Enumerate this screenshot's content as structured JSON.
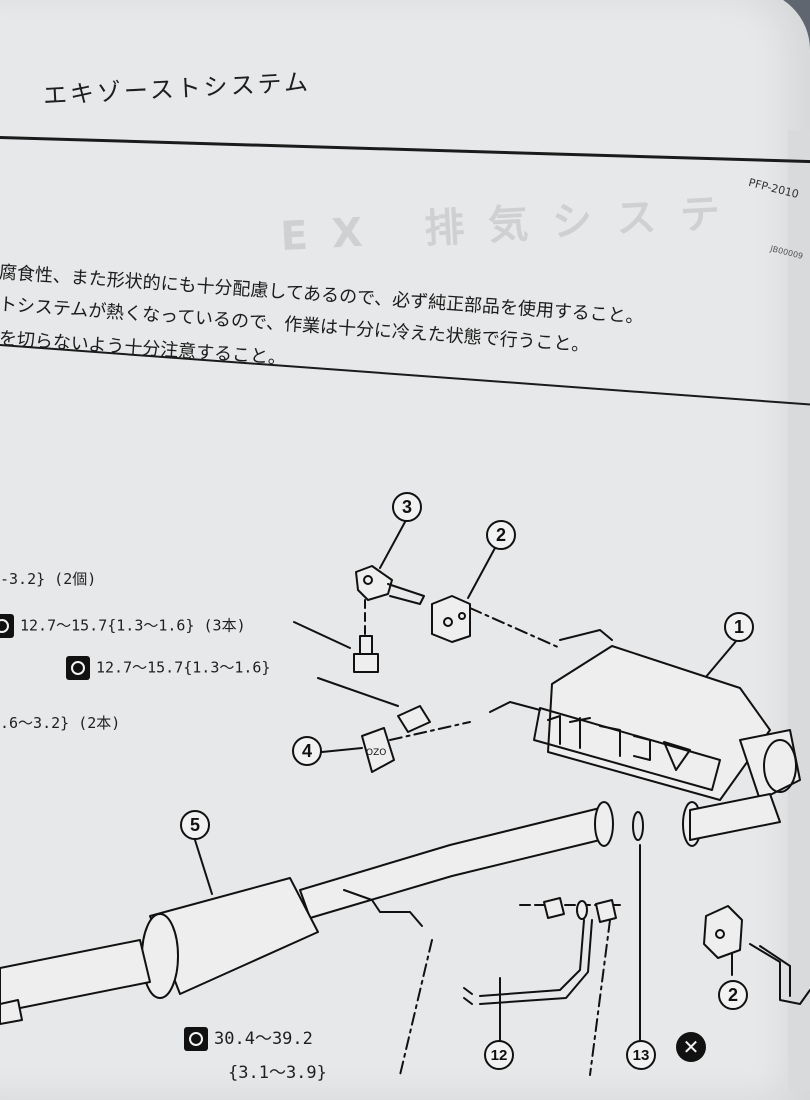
{
  "header": {
    "title": "エキゾーストシステム"
  },
  "page_code": "PFP-2010",
  "page_code_small": "JB00009",
  "ghost_heading": "EX 排気システ",
  "notes": [
    "腐食性、また形状的にも十分配慮してあるので、必ず純正部品を使用すること。",
    "トシステムが熱くなっているので、作業は十分に冷えた状態で行うこと。",
    "を切らないよう十分注意すること。"
  ],
  "specs": {
    "s1": "-3.2} (2個)",
    "s2": "12.7〜15.7{1.3〜1.6} (3本)",
    "s3": "12.7〜15.7{1.3〜1.6}",
    "s4": ".6〜3.2} (2本)",
    "s5_line1": "30.4〜39.2",
    "s5_line2": "{3.1〜3.9}"
  },
  "callouts": {
    "c1": "1",
    "c2a": "2",
    "c2b": "2",
    "c3": "3",
    "c4": "4",
    "c5": "5",
    "c12": "12",
    "c13": "13"
  },
  "nouse_mark": "✕",
  "colors": {
    "paper": "#e7e8e9",
    "ink": "#1b1b1b",
    "background": "#5f6670"
  }
}
